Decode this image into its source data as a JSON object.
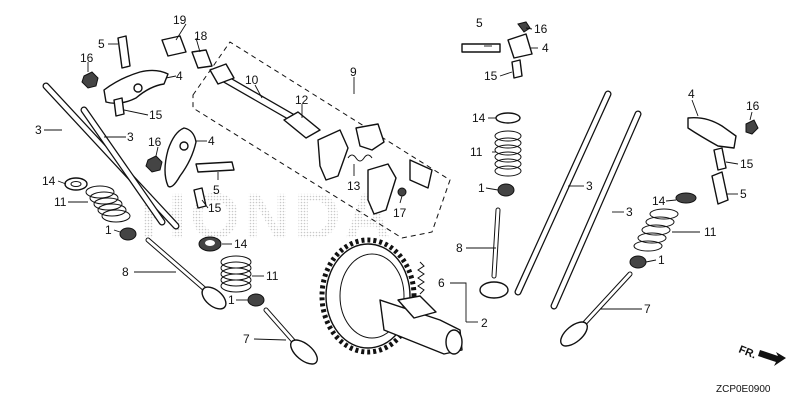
{
  "diagram": {
    "watermark": "HONDA",
    "figure_code": "ZCP0E0900",
    "direction_label": "FR.",
    "callouts": [
      {
        "id": "c19a",
        "text": "19"
      },
      {
        "id": "c18a",
        "text": "18"
      },
      {
        "id": "c5a",
        "text": "5"
      },
      {
        "id": "c16a",
        "text": "16"
      },
      {
        "id": "c4a",
        "text": "4"
      },
      {
        "id": "c15a",
        "text": "15"
      },
      {
        "id": "c3a",
        "text": "3"
      },
      {
        "id": "c3b",
        "text": "3"
      },
      {
        "id": "c16b",
        "text": "16"
      },
      {
        "id": "c4b",
        "text": "4"
      },
      {
        "id": "c5b",
        "text": "5"
      },
      {
        "id": "c15b",
        "text": "15"
      },
      {
        "id": "c14a",
        "text": "14"
      },
      {
        "id": "c11a",
        "text": "11"
      },
      {
        "id": "c1a",
        "text": "1"
      },
      {
        "id": "c14b",
        "text": "14"
      },
      {
        "id": "c11b",
        "text": "11"
      },
      {
        "id": "c1b",
        "text": "1"
      },
      {
        "id": "c8a",
        "text": "8"
      },
      {
        "id": "c7a",
        "text": "7"
      },
      {
        "id": "c10",
        "text": "10"
      },
      {
        "id": "c9",
        "text": "9"
      },
      {
        "id": "c12",
        "text": "12"
      },
      {
        "id": "c13",
        "text": "13"
      },
      {
        "id": "c17",
        "text": "17"
      },
      {
        "id": "c6",
        "text": "6"
      },
      {
        "id": "c2",
        "text": "2"
      },
      {
        "id": "c5c",
        "text": "5"
      },
      {
        "id": "c16c",
        "text": "16"
      },
      {
        "id": "c4c",
        "text": "4"
      },
      {
        "id": "c15c",
        "text": "15"
      },
      {
        "id": "c14c",
        "text": "14"
      },
      {
        "id": "c11c",
        "text": "11"
      },
      {
        "id": "c1c",
        "text": "1"
      },
      {
        "id": "c8b",
        "text": "8"
      },
      {
        "id": "c3c",
        "text": "3"
      },
      {
        "id": "c3d",
        "text": "3"
      },
      {
        "id": "c4d",
        "text": "4"
      },
      {
        "id": "c16d",
        "text": "16"
      },
      {
        "id": "c15d",
        "text": "15"
      },
      {
        "id": "c5d",
        "text": "5"
      },
      {
        "id": "c14d",
        "text": "14"
      },
      {
        "id": "c11d",
        "text": "11"
      },
      {
        "id": "c1d",
        "text": "1"
      },
      {
        "id": "c7b",
        "text": "7"
      }
    ]
  }
}
